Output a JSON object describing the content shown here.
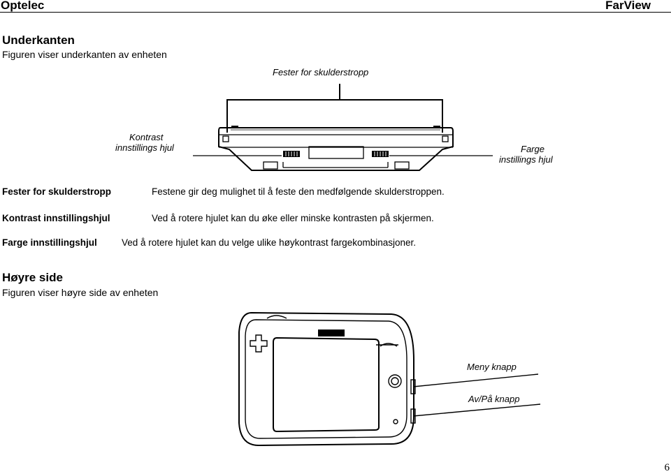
{
  "header": {
    "left_title": "Optelec",
    "right_title": "FarView"
  },
  "section_bottom": {
    "heading": "Underkanten",
    "subtitle": "Figuren viser underkanten av enheten",
    "callouts": {
      "strap_mount": "Fester for skulderstropp",
      "contrast_line1": "Kontrast",
      "contrast_line2": "innstillings hjul",
      "color_line1": "Farge",
      "color_line2": "instillings hjul"
    },
    "definitions": [
      {
        "term": "Fester for skulderstropp",
        "desc": "Festene gir deg mulighet til å feste den medfølgende skulderstroppen."
      },
      {
        "term": "Kontrast innstillingshjul",
        "desc": "Ved å rotere hjulet kan du øke eller minske kontrasten på skjermen."
      },
      {
        "term": "Farge innstillingshjul",
        "desc": "Ved å rotere hjulet kan du velge ulike høykontrast fargekombinasjoner."
      }
    ]
  },
  "section_right": {
    "heading": "Høyre side",
    "subtitle": "Figuren viser høyre side av enheten",
    "callouts": {
      "menu": "Meny knapp",
      "power": "Av/På knapp"
    }
  },
  "page_number": "6"
}
